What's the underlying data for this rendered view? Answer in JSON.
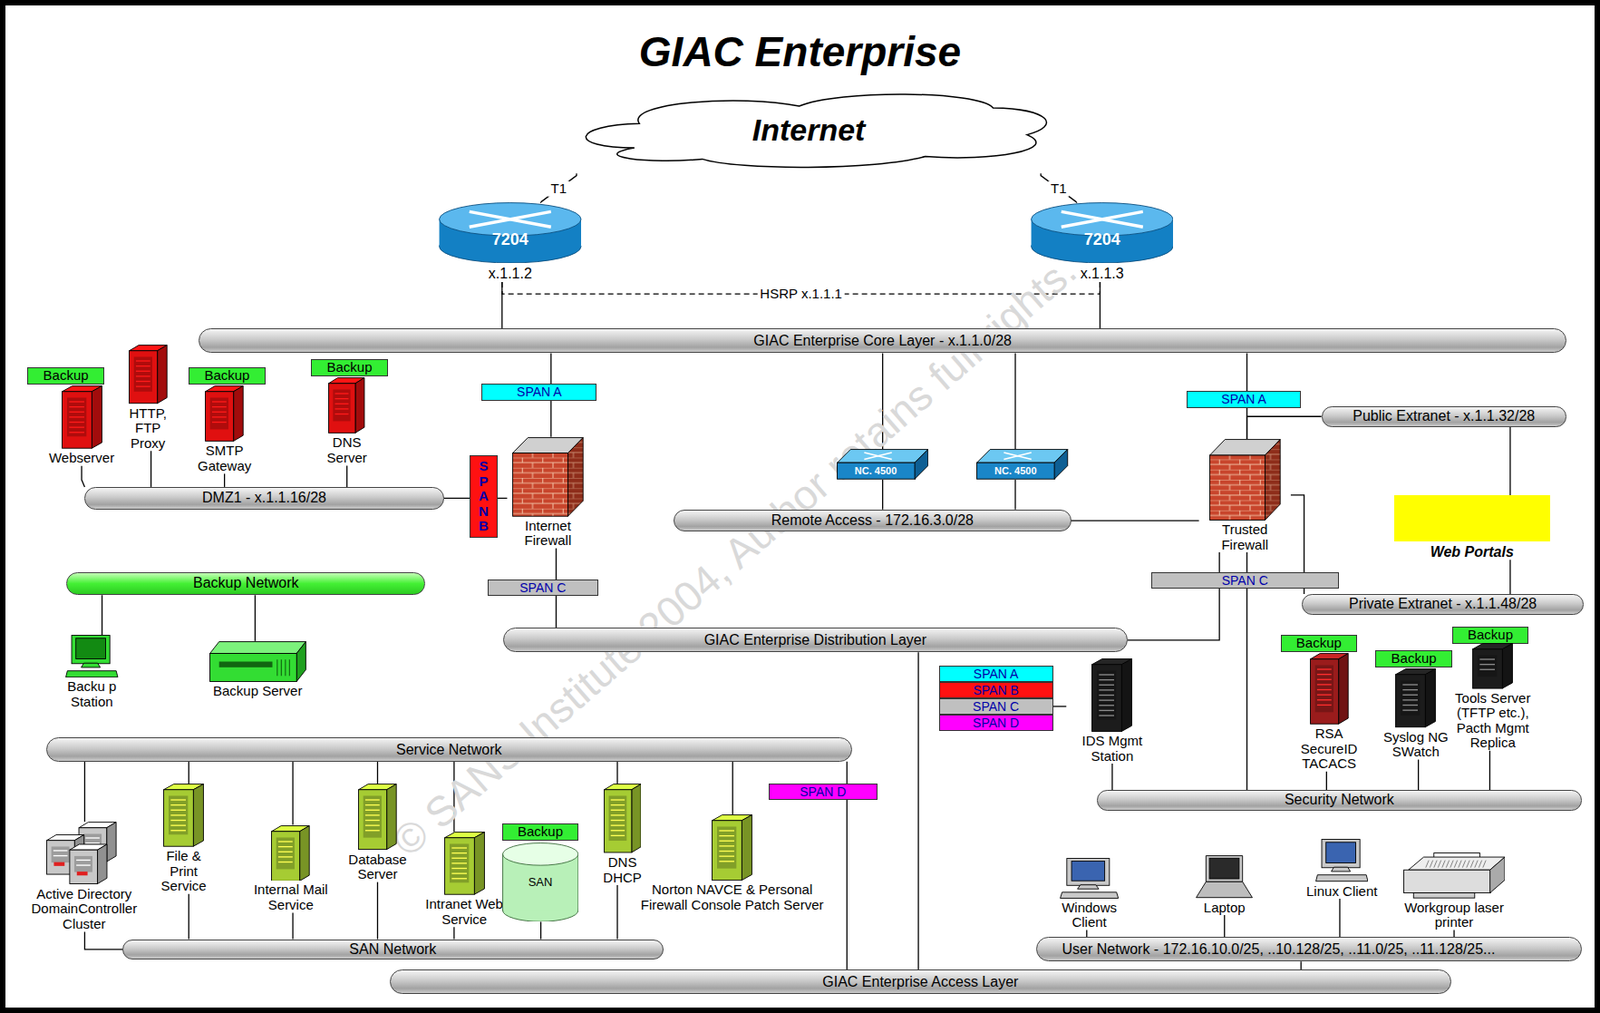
{
  "diagram": {
    "title": "GIAC Enterprise",
    "nodes": [
      {
        "text": [
          "Internet"
        ]
      },
      {
        "text": [
          "7204",
          "x.1.1.2"
        ]
      },
      {
        "text": [
          "7204",
          "x.1.1.3"
        ]
      },
      {
        "text": [
          "GIAC Enterprise Core Layer - x.1.1.0/28"
        ]
      },
      {
        "text": [
          "SPAN A"
        ]
      },
      {
        "text": [
          "Internet Firewall"
        ]
      },
      {
        "text": [
          "S P A N B"
        ]
      },
      {
        "text": [
          "SPAN C"
        ]
      },
      {
        "text": [
          "Backup"
        ]
      },
      {
        "text": [
          "Webserver"
        ]
      },
      {
        "text": [
          "HTTP, FTP Proxy"
        ]
      },
      {
        "text": [
          "Backup"
        ]
      },
      {
        "text": [
          "SMTP Gateway"
        ]
      },
      {
        "text": [
          "Backup"
        ]
      },
      {
        "text": [
          "DNS Server"
        ]
      },
      {
        "text": [
          "DMZ1 - x.1.1.16/28"
        ]
      },
      {
        "text": [
          "NC. 4500"
        ]
      },
      {
        "text": [
          "NC. 4500"
        ]
      },
      {
        "text": [
          "Remote Access - 172.16.3.0/28"
        ]
      },
      {
        "text": [
          "SPAN A"
        ]
      },
      {
        "text": [
          "Trusted Firewall"
        ]
      },
      {
        "text": [
          "Public Extranet - x.1.1.32/28"
        ]
      },
      {
        "text": [
          "Web Portals"
        ]
      },
      {
        "text": [
          "SPAN C"
        ]
      },
      {
        "text": [
          "Private Extranet - x.1.1.48/28"
        ]
      },
      {
        "text": [
          "GIAC Enterprise Distribution Layer"
        ]
      },
      {
        "text": [
          "Backup Network"
        ]
      },
      {
        "text": [
          "Backu p Station"
        ]
      },
      {
        "text": [
          "Backup Server"
        ]
      },
      {
        "text": [
          "SPAN A"
        ]
      },
      {
        "text": [
          "SPAN B"
        ]
      },
      {
        "text": [
          "SPAN C"
        ]
      },
      {
        "text": [
          "SPAN D"
        ]
      },
      {
        "text": [
          "IDS Mgmt Station"
        ]
      },
      {
        "text": [
          "Backup"
        ]
      },
      {
        "text": [
          "RSA SecureID TACACS"
        ]
      },
      {
        "text": [
          "Backup"
        ]
      },
      {
        "text": [
          "Syslog NG SWatch"
        ]
      },
      {
        "text": [
          "Backup"
        ]
      },
      {
        "text": [
          "Tools Server (TFTP etc.), Pacth Mgmt Replica"
        ]
      },
      {
        "text": [
          "Security Network"
        ]
      },
      {
        "text": [
          "Service Network"
        ]
      },
      {
        "text": [
          "SPAN D"
        ]
      },
      {
        "text": [
          "Active Directory DomainController Cluster"
        ]
      },
      {
        "text": [
          "File & Print Service"
        ]
      },
      {
        "text": [
          "Internal Mail Service"
        ]
      },
      {
        "text": [
          "Database Server"
        ]
      },
      {
        "text": [
          "Intranet Web Service"
        ]
      },
      {
        "text": [
          "Backup"
        ]
      },
      {
        "text": [
          "SAN"
        ]
      },
      {
        "text": [
          "DNS DHCP"
        ]
      },
      {
        "text": [
          "Norton NAVCE & Personal Firewall Console Patch Server"
        ]
      },
      {
        "text": [
          "SAN Network"
        ]
      },
      {
        "text": [
          "Windows Client"
        ]
      },
      {
        "text": [
          "Laptop"
        ]
      },
      {
        "text": [
          "Linux Client"
        ]
      },
      {
        "text": [
          "Workgroup laser printer"
        ]
      },
      {
        "text": [
          "User Network - 172.16.10.0/25, ..10.128/25, ..11.0/25, ..11.128/25..."
        ]
      },
      {
        "text": [
          "GIAC Enterprise Access Layer"
        ]
      }
    ],
    "edges": [
      {
        "from": 0,
        "to": 1,
        "label": "T1",
        "arrow": "none"
      },
      {
        "from": 0,
        "to": 2,
        "label": "T1",
        "arrow": "none"
      },
      {
        "from": 1,
        "to": 2,
        "label": "HSRP x.1.1.1",
        "arrow": "none"
      },
      {
        "from": 1,
        "to": 3,
        "arrow": "none"
      },
      {
        "from": 2,
        "to": 3,
        "arrow": "none"
      },
      {
        "from": 3,
        "to": 5,
        "arrow": "none"
      },
      {
        "from": 3,
        "to": 16,
        "arrow": "none"
      },
      {
        "from": 3,
        "to": 17,
        "arrow": "none"
      },
      {
        "from": 3,
        "to": 20,
        "arrow": "none"
      },
      {
        "from": 5,
        "to": 15,
        "arrow": "none"
      },
      {
        "from": 5,
        "to": 25,
        "arrow": "none"
      },
      {
        "from": 9,
        "to": 15,
        "arrow": "none"
      },
      {
        "from": 10,
        "to": 15,
        "arrow": "none"
      },
      {
        "from": 12,
        "to": 15,
        "arrow": "none"
      },
      {
        "from": 14,
        "to": 15,
        "arrow": "none"
      },
      {
        "from": 16,
        "to": 18,
        "arrow": "none"
      },
      {
        "from": 17,
        "to": 18,
        "arrow": "none"
      },
      {
        "from": 20,
        "to": 18,
        "arrow": "none"
      },
      {
        "from": 20,
        "to": 21,
        "arrow": "none"
      },
      {
        "from": 20,
        "to": 24,
        "arrow": "none"
      },
      {
        "from": 20,
        "to": 25,
        "arrow": "none"
      },
      {
        "from": 20,
        "to": 40,
        "arrow": "none"
      },
      {
        "from": 22,
        "to": 21,
        "arrow": "none"
      },
      {
        "from": 22,
        "to": 24,
        "arrow": "none"
      },
      {
        "from": 26,
        "to": 27,
        "arrow": "none"
      },
      {
        "from": 26,
        "to": 28,
        "arrow": "none"
      },
      {
        "from": 25,
        "to": 58,
        "arrow": "none"
      },
      {
        "from": 31,
        "to": 33,
        "arrow": "none"
      },
      {
        "from": 33,
        "to": 40,
        "arrow": "none"
      },
      {
        "from": 35,
        "to": 40,
        "arrow": "none"
      },
      {
        "from": 37,
        "to": 40,
        "arrow": "none"
      },
      {
        "from": 39,
        "to": 40,
        "arrow": "none"
      },
      {
        "from": 41,
        "to": 58,
        "arrow": "none"
      },
      {
        "from": 41,
        "to": 43,
        "arrow": "none"
      },
      {
        "from": 41,
        "to": 44,
        "arrow": "none"
      },
      {
        "from": 41,
        "to": 45,
        "arrow": "none"
      },
      {
        "from": 41,
        "to": 46,
        "arrow": "none"
      },
      {
        "from": 41,
        "to": 47,
        "arrow": "none"
      },
      {
        "from": 41,
        "to": 50,
        "arrow": "none"
      },
      {
        "from": 41,
        "to": 51,
        "arrow": "none"
      },
      {
        "from": 43,
        "to": 52,
        "arrow": "none"
      },
      {
        "from": 44,
        "to": 52,
        "arrow": "none"
      },
      {
        "from": 45,
        "to": 52,
        "arrow": "none"
      },
      {
        "from": 46,
        "to": 52,
        "arrow": "none"
      },
      {
        "from": 47,
        "to": 52,
        "arrow": "none"
      },
      {
        "from": 49,
        "to": 52,
        "arrow": "none"
      },
      {
        "from": 50,
        "to": 52,
        "arrow": "none"
      },
      {
        "from": 53,
        "to": 57,
        "arrow": "none"
      },
      {
        "from": 54,
        "to": 57,
        "arrow": "none"
      },
      {
        "from": 55,
        "to": 57,
        "arrow": "none"
      },
      {
        "from": 56,
        "to": 57,
        "arrow": "none"
      },
      {
        "from": 57,
        "to": 58,
        "arrow": "none"
      }
    ],
    "labels": [
      "© SANS Institute 2004, Author retains full rights."
    ]
  }
}
